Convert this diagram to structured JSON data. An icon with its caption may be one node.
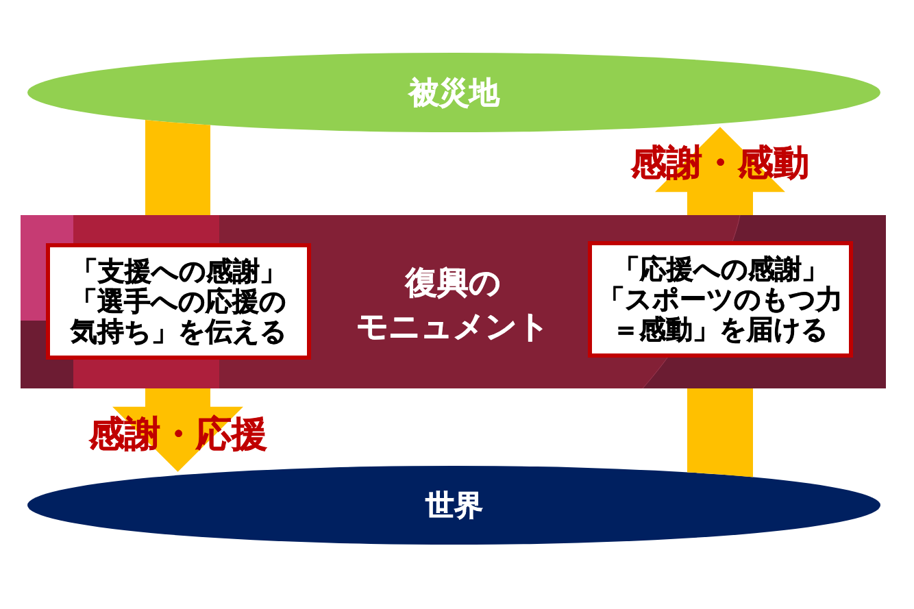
{
  "diagram": {
    "nodes": [
      {
        "text": [
          "被災地"
        ]
      },
      {
        "text": [
          "復興のモニュメント"
        ]
      },
      {
        "text": [
          "「支援への感謝」「選手への応援の気持ち」を伝える"
        ],
        "in": 1
      },
      {
        "text": [
          "「応援への感謝」「スポーツのもつ力＝感動」を届ける"
        ],
        "in": 1
      },
      {
        "text": [
          "世界"
        ]
      }
    ],
    "edges": [
      {
        "from": 0,
        "to": 1,
        "arrow": "none"
      },
      {
        "from": 1,
        "to": 4,
        "arrow": "to",
        "label": "感謝・応援"
      },
      {
        "from": 4,
        "to": 1,
        "arrow": "none"
      },
      {
        "from": 1,
        "to": 0,
        "arrow": "to",
        "label": "感謝・感動"
      }
    ]
  }
}
